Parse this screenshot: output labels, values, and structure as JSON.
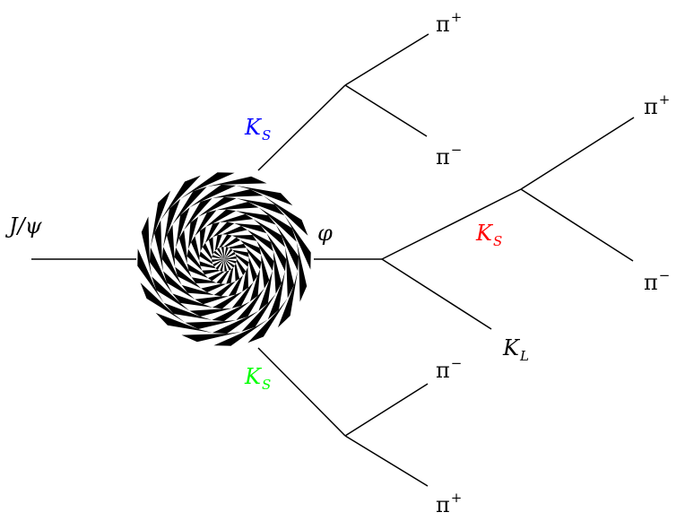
{
  "initial": {
    "label": "J/ψ"
  },
  "phi": {
    "label": "φ"
  },
  "kaons": {
    "ks_upper": {
      "main": "K",
      "sub": "S",
      "color": "#0000ff"
    },
    "ks_middle": {
      "main": "K",
      "sub": "S",
      "color": "#ff0000"
    },
    "ks_lower": {
      "main": "K",
      "sub": "S",
      "color": "#00ff00"
    },
    "kl": {
      "main": "K",
      "sub": "L",
      "color": "#000000"
    }
  },
  "pions": {
    "upper_plus": {
      "main": "π",
      "charge": "+"
    },
    "upper_minus": {
      "main": "π",
      "charge": "−"
    },
    "middle_plus": {
      "main": "π",
      "charge": "+"
    },
    "middle_minus": {
      "main": "π",
      "charge": "−"
    },
    "lower_minus": {
      "main": "π",
      "charge": "−"
    },
    "lower_plus": {
      "main": "π",
      "charge": "+"
    }
  },
  "blob": {
    "name": "checkered-vertex-blob",
    "colors": [
      "#000000",
      "#ffffff"
    ]
  }
}
